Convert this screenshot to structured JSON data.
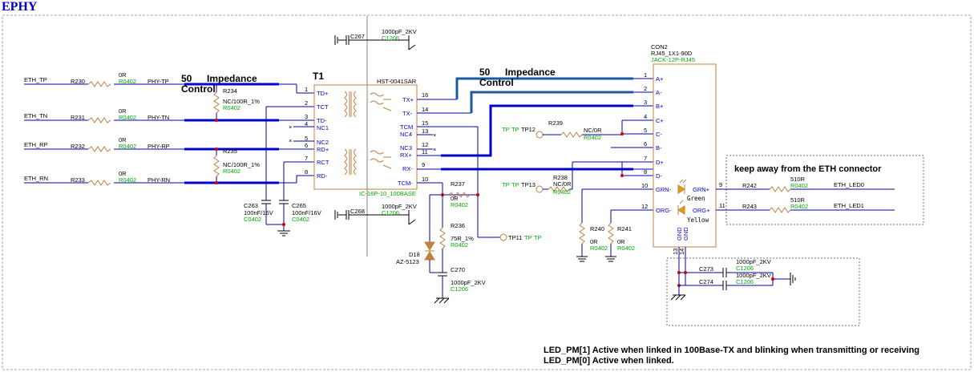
{
  "title": "EPHY",
  "nets": {
    "eth_tp": "ETH_TP",
    "eth_tn": "ETH_TN",
    "eth_rp": "ETH_RP",
    "eth_rn": "ETH_RN",
    "phy_tp": "PHY-TP",
    "phy_tn": "PHY-TN",
    "phy_rp": "PHY-RP",
    "phy_rn": "PHY-RN",
    "eth_led0": "ETH_LED0",
    "eth_led1": "ETH_LED1"
  },
  "resistors": {
    "r230": "R230",
    "r231": "R231",
    "r232": "R232",
    "r233": "R233",
    "r234": "R234",
    "r235": "R235",
    "r236": "R236",
    "r237": "R237",
    "r238": "R238",
    "r239": "R239",
    "r240": "R240",
    "r241": "R241",
    "r242": "R242",
    "r243": "R243",
    "val_0r": "0R",
    "pkg_0402": "R0402",
    "val_nc100": "NC/100R_1%",
    "val_75r": "75R_1%",
    "val_ncor": "NC/0R",
    "val_510r": "510R"
  },
  "capacitors": {
    "c263": "C263",
    "c265": "C265",
    "c267": "C267",
    "c268": "C268",
    "c270": "C270",
    "c273": "C273",
    "c274": "C274",
    "val_100n": "100nF/16V",
    "pkg_c0402": "C0402",
    "val_1000p": "1000pF_2KV",
    "pkg_c1206": "C1206"
  },
  "transformer": {
    "ref": "T1",
    "part": "HST-0041SAR",
    "footprint": "IC-16P-10_100BASE",
    "left_pins": [
      "TD+",
      "TCT",
      "TD-",
      "NC1",
      "NC2",
      "RD+",
      "RCT",
      "RD-"
    ],
    "left_nums": [
      "1",
      "2",
      "3",
      "4",
      "5",
      "6",
      "7",
      "8"
    ],
    "right_pins": [
      "TX+",
      "TX-",
      "TCM",
      "NC4",
      "NC3",
      "RX+",
      "RX-",
      "TCM-"
    ],
    "right_nums": [
      "16",
      "14",
      "15",
      "13",
      "12",
      "11",
      "9",
      "10"
    ]
  },
  "connector": {
    "ref": "CON2",
    "part": "RJ45_1X1-90D",
    "footprint": "JACK-12P-RJ45",
    "pins": [
      "A+",
      "A-",
      "B+",
      "C+",
      "C-",
      "B-",
      "D+",
      "D-",
      "GRN-",
      "ORG-"
    ],
    "nums": [
      "1",
      "2",
      "3",
      "4",
      "5",
      "6",
      "7",
      "8",
      "10",
      "12"
    ],
    "right_pins": [
      "GRN+",
      "ORG+"
    ],
    "right_nums": [
      "9",
      "11"
    ],
    "led_green": "Green",
    "led_yellow": "Yellow",
    "gnd": "GND",
    "gnd_nums": [
      "13",
      "14"
    ]
  },
  "testpoints": {
    "tp": "TP",
    "tp11": "TP11",
    "tp12": "TP12",
    "tp13": "TP13"
  },
  "diode": {
    "ref": "D18",
    "part": "AZ-5123"
  },
  "impedance": {
    "num": "50",
    "word": "Impedance",
    "control": "Control"
  },
  "notes": {
    "keep_away": "keep away from the ETH connector",
    "led_pm1": "LED_PM[1]  Active when linked in 100Base-TX and blinking when transmitting or receiving",
    "led_pm0": "LED_PM[0] Active when linked."
  }
}
